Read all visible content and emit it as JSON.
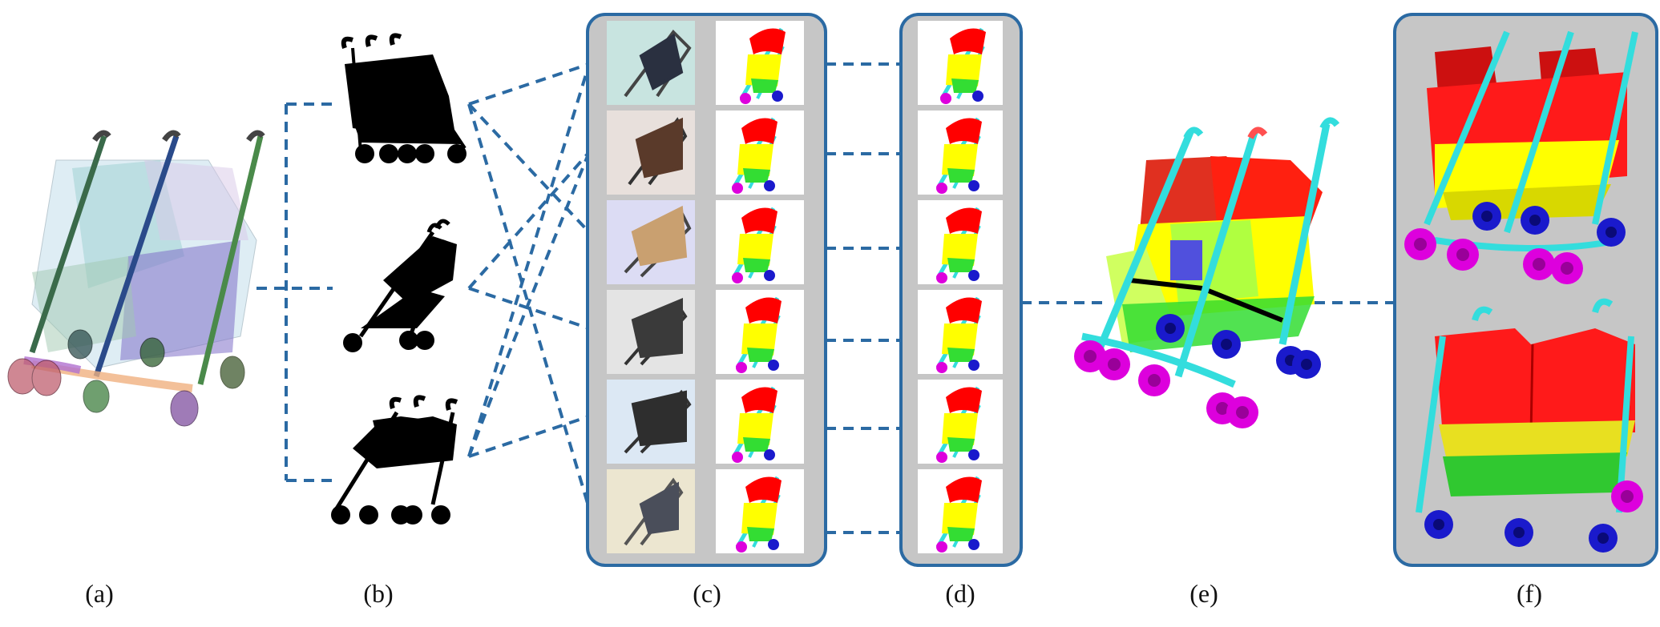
{
  "figure": {
    "captions": [
      "(a)",
      "(b)",
      "(c)",
      "(d)",
      "(e)",
      "(f)"
    ],
    "palette": {
      "connector": "#2b6aa3",
      "panel_fill": "#c6c6c6",
      "canopy": "#ff0000",
      "seat": "#ffff00",
      "basket": "#33dd33",
      "frame": "#33dddd",
      "wheel_front": "#dd00dd",
      "wheel_rear": "#1a1acc",
      "silhouette": "#000000"
    },
    "panels": {
      "c_rows": 6,
      "d_rows": 6,
      "f_views": 2
    }
  }
}
